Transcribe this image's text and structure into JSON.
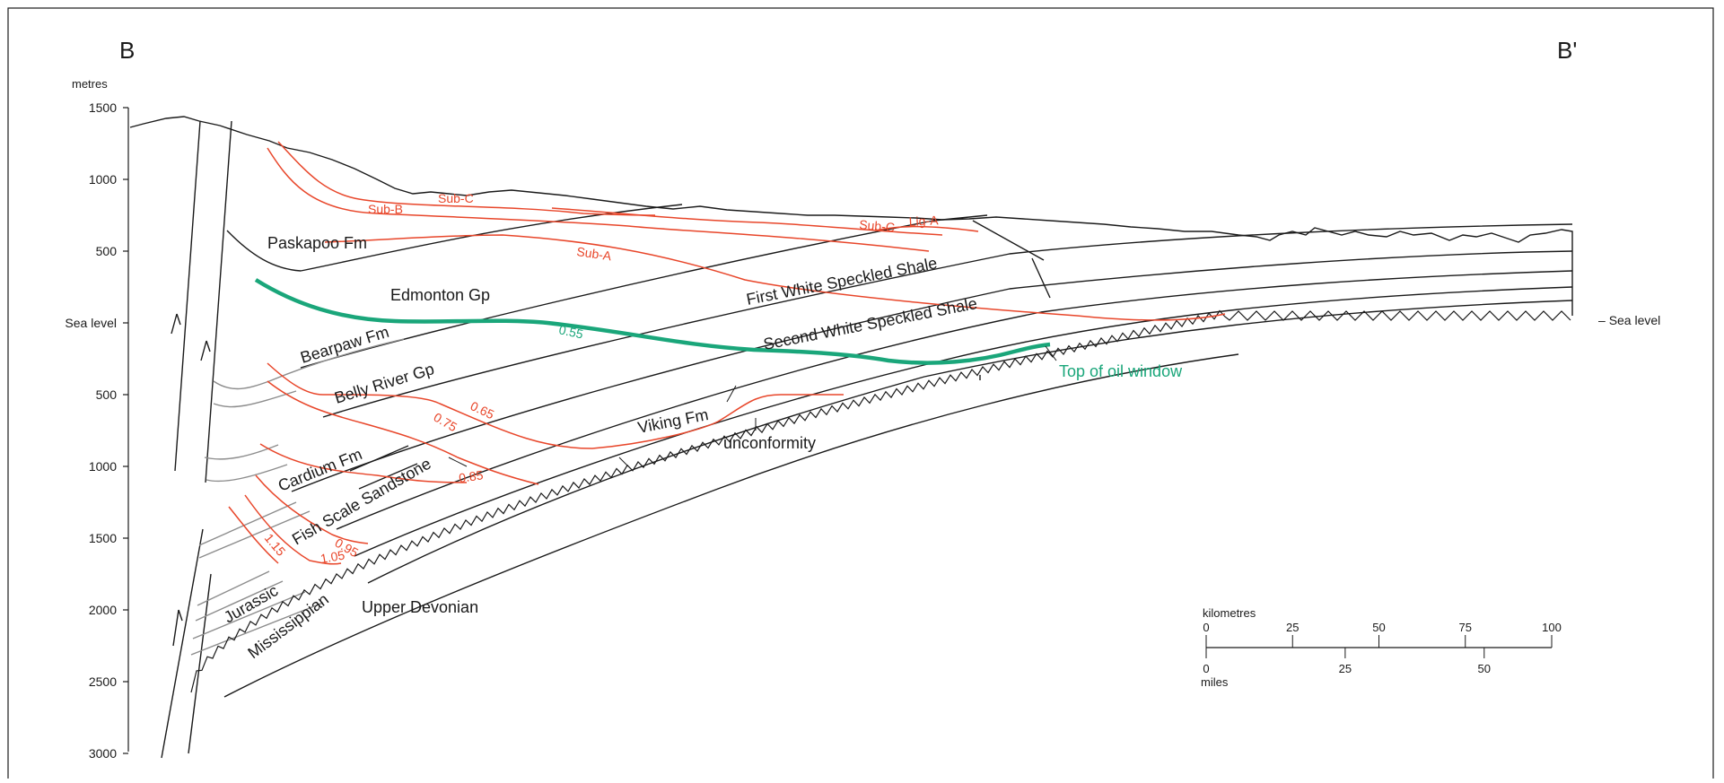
{
  "section": {
    "left_end_label": "B",
    "right_end_label": "B'"
  },
  "colors": {
    "line": "#1a1a1a",
    "grey_line": "#8c8c8c",
    "coal_rank": "#e8462a",
    "oil_window": "#1aa67a"
  },
  "axis": {
    "unit": "metres",
    "ticks": [
      "1500",
      "1000",
      "500",
      "Sea level",
      "500",
      "1000",
      "1500",
      "2000",
      "2500",
      "3000"
    ],
    "right_sea_level": "Sea level"
  },
  "formations": {
    "paskapoo": "Paskapoo Fm",
    "edmonton": "Edmonton Gp",
    "bearpaw": "Bearpaw Fm",
    "belly_river": "Belly River Gp",
    "cardium": "Cardium Fm",
    "fish_scale": "Fish Scale Sandstone",
    "jurassic": "Jurassic",
    "mississippian": "Mississippian",
    "upper_devonian": "Upper Devonian",
    "first_white": "First White Speckled Shale",
    "second_white": "Second White Speckled Shale",
    "viking": "Viking Fm",
    "unconformity": "unconformity"
  },
  "coal_rank_labels": {
    "sub_c_left": "Sub-C",
    "sub_b": "Sub-B",
    "sub_a": "Sub-A",
    "sub_c_right": "Sub-C",
    "lig_a": "Lig-A"
  },
  "reflectance_labels": {
    "r055": "0.55",
    "r065": "0.65",
    "r075": "0.75",
    "r085": "0.85",
    "r095": "0.95",
    "r105": "1.05",
    "r115": "1.15"
  },
  "oil_window_label": "Top of oil window",
  "scale_bar": {
    "km_label": "kilometres",
    "km_ticks": [
      "0",
      "25",
      "50",
      "75",
      "100"
    ],
    "mi_label": "miles",
    "mi_ticks": [
      "0",
      "25",
      "50"
    ]
  }
}
